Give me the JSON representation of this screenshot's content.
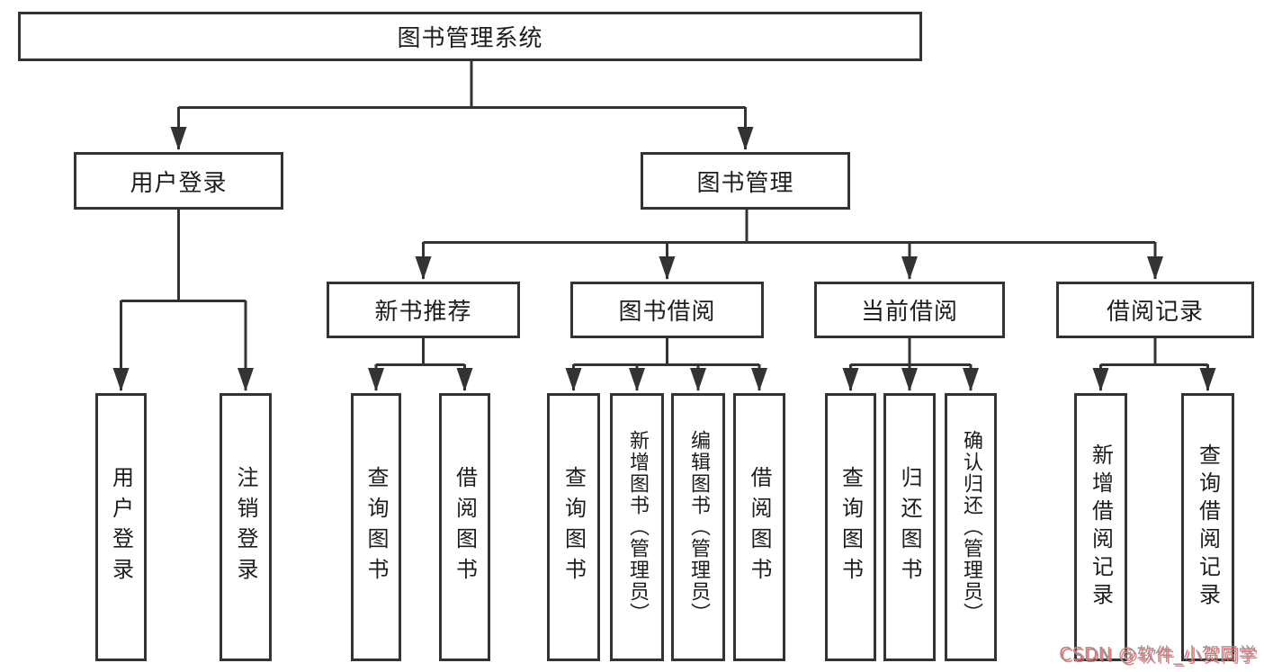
{
  "diagram": {
    "type": "hierarchy",
    "root": {
      "label": "图书管理系统"
    },
    "level2": [
      {
        "label": "用户登录"
      },
      {
        "label": "图书管理"
      }
    ],
    "level3": [
      {
        "label": "新书推荐"
      },
      {
        "label": "图书借阅"
      },
      {
        "label": "当前借阅"
      },
      {
        "label": "借阅记录"
      }
    ],
    "leaves": {
      "user_login": [
        "用户登录",
        "注销登录"
      ],
      "new_book_rec": [
        "查询图书",
        "借阅图书"
      ],
      "book_borrow": [
        "查询图书",
        "新增图书（管理员）",
        "编辑图书（管理员）",
        "借阅图书"
      ],
      "current_borrow": [
        "查询图书",
        "归还图书",
        "确认归还（管理员）"
      ],
      "borrow_records": [
        "新增借阅记录",
        "查询借阅记录"
      ]
    },
    "colors": {
      "line": "#333333",
      "box_border": "#333333",
      "box_fill": "#ffffff",
      "text": "#1d1d1f"
    }
  },
  "watermark": {
    "text": "CSDN @软件_小贺同学",
    "text_color": "#96969a",
    "shadow_color": "#fc5b5b"
  }
}
